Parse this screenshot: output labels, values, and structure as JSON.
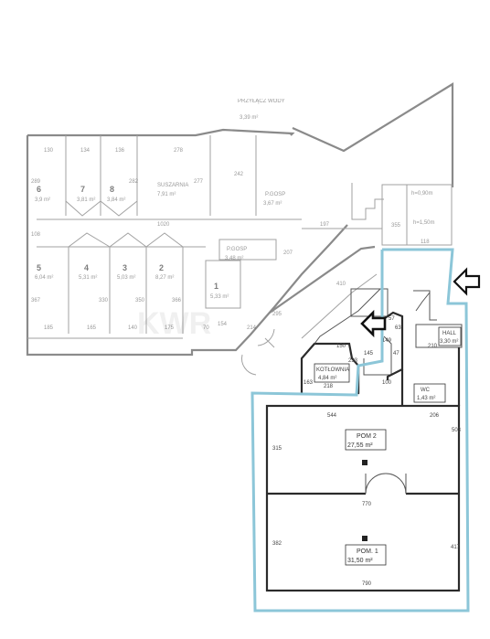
{
  "watermark": "KWR",
  "colors": {
    "highlight": "#8cc6d8",
    "wall": "#2b2b2b",
    "background": "#ffffff"
  },
  "rooms": [
    {
      "id": "r6",
      "num": "6",
      "area": "3,9 m²"
    },
    {
      "id": "r7",
      "num": "7",
      "area": "3,81 m²"
    },
    {
      "id": "r8",
      "num": "8",
      "area": "3,84 m²"
    },
    {
      "id": "rsusz",
      "name": "SUSZARNIA",
      "area": "7,91 m²"
    },
    {
      "id": "rgosp",
      "name": "P.GOSP",
      "area": "3,67 m²"
    },
    {
      "id": "rprzyl",
      "name": "PRZYŁĄCZ WODY",
      "area": "3,39 m²"
    },
    {
      "id": "r5",
      "num": "5",
      "area": "6,04 m²"
    },
    {
      "id": "r4",
      "num": "4",
      "area": "5,31 m²"
    },
    {
      "id": "r3",
      "num": "3",
      "area": "5,03 m²"
    },
    {
      "id": "r2",
      "num": "2",
      "area": "8,27 m²"
    },
    {
      "id": "r1",
      "num": "1",
      "area": "5,33 m²"
    },
    {
      "id": "rpgosp2",
      "name": "P.GOSP",
      "area": "3,48 m²"
    },
    {
      "id": "rkotl",
      "name": "KOTŁOWNIA",
      "area": "4,84 m²"
    },
    {
      "id": "rwc",
      "name": "WC",
      "area": "1,43 m²"
    },
    {
      "id": "rhall",
      "name": "HALL",
      "area": "3,30 m²"
    },
    {
      "id": "rpom2",
      "name": "POM 2",
      "area": "27,55 m²"
    },
    {
      "id": "rpom1",
      "name": "POM. 1",
      "area": "31,50 m²"
    }
  ],
  "dimensions": {
    "d_130": "130",
    "d_134": "134",
    "d_136": "136",
    "d_278": "278",
    "d_289": "289",
    "d_282": "282",
    "d_277": "277",
    "d_242": "242",
    "d_1020": "1020",
    "d_197": "197",
    "d_108": "108",
    "d_367": "367",
    "d_185": "185",
    "d_165": "165",
    "d_140": "140",
    "d_175": "175",
    "d_70": "70",
    "d_330": "330",
    "d_350": "350",
    "d_366": "366",
    "d_207": "207",
    "d_410": "410",
    "d_295": "295",
    "d_214": "214",
    "d_154": "154",
    "d_355": "355",
    "d_118": "118",
    "d_h090": "h=0,90m",
    "d_h150": "h=1,50m",
    "d_150": "150",
    "d_233": "233",
    "d_145": "145",
    "d_218": "218",
    "d_163": "163",
    "d_47": "47",
    "d_149": "149",
    "d_100": "100",
    "d_57": "57",
    "d_63": "63",
    "d_210": "210",
    "d_544": "544",
    "d_206": "206",
    "d_503": "503",
    "d_315": "315",
    "d_770": "770",
    "d_382": "382",
    "d_417": "417",
    "d_790": "790"
  }
}
